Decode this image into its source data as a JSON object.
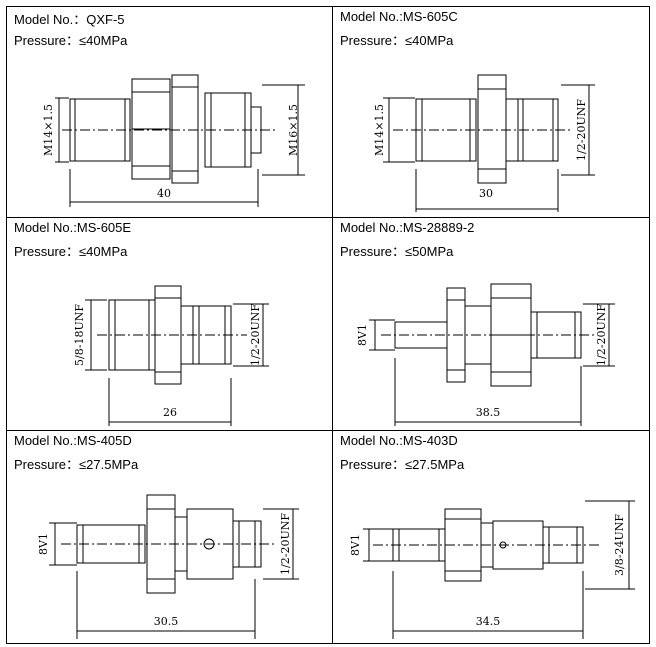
{
  "cells": [
    {
      "model": "Model No.：QXF-5",
      "pressure": "Pressure：≤40MPa",
      "dims": {
        "left": "M14×1.5",
        "right": "M16×1.5",
        "length": "40"
      }
    },
    {
      "model": "Model No.:MS-605C",
      "pressure": "Pressure：≤40MPa",
      "dims": {
        "left": "M14×1.5",
        "right": "1/2-20UNF",
        "length": "30"
      }
    },
    {
      "model": "Model No.:MS-605E",
      "pressure": "Pressure：≤40MPa",
      "dims": {
        "left": "5/8-18UNF",
        "right": "1/2-20UNF",
        "length": "26"
      }
    },
    {
      "model": "Model No.:MS-28889-2",
      "pressure": "Pressure：≤50MPa",
      "dims": {
        "left": "8V1",
        "right": "1/2-20UNF",
        "length": "38.5"
      }
    },
    {
      "model": "Model No.:MS-405D",
      "pressure": "Pressure：≤27.5MPa",
      "dims": {
        "left": "8V1",
        "right": "1/2-20UNF",
        "length": "30.5"
      }
    },
    {
      "model": "Model No.:MS-403D",
      "pressure": "Pressure：≤27.5MPa",
      "dims": {
        "left": "8V1",
        "right": "3/8-24UNF",
        "length": "34.5"
      }
    }
  ]
}
